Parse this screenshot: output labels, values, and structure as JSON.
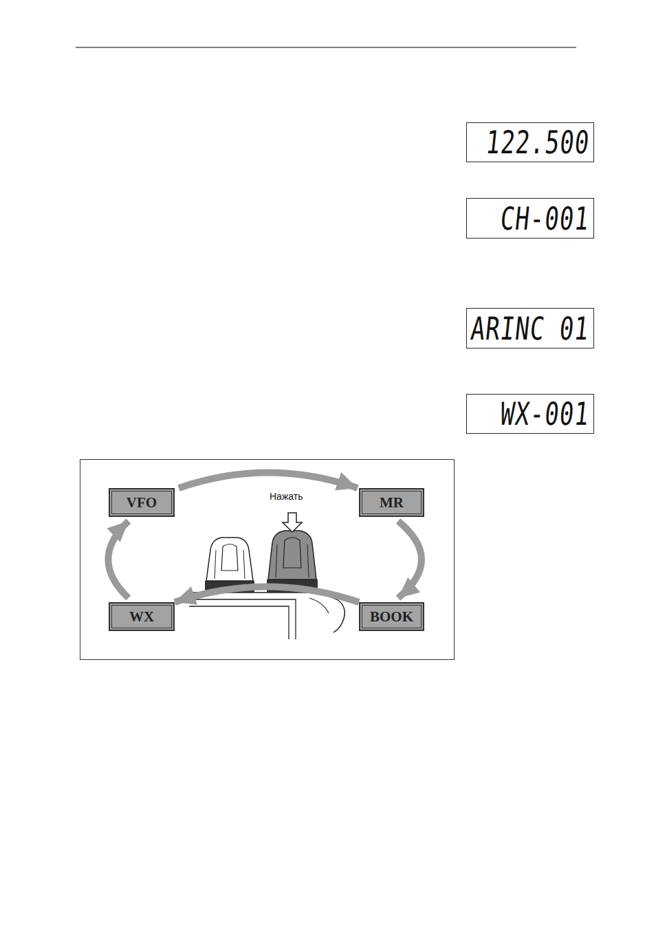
{
  "diagram": {
    "nodes": [
      {
        "text": [
          "122.500"
        ]
      },
      {
        "text": [
          "CH-001"
        ]
      },
      {
        "text": [
          "ARINC 01"
        ]
      },
      {
        "text": [
          "WX-001"
        ]
      },
      {
        "text": [
          "VFO"
        ]
      },
      {
        "text": [
          "MR"
        ]
      },
      {
        "text": [
          "WX"
        ]
      },
      {
        "text": [
          "BOOK"
        ]
      }
    ],
    "edges": [
      {
        "from": 4,
        "to": 5,
        "arrow": "to"
      },
      {
        "from": 5,
        "to": 7,
        "arrow": "to"
      },
      {
        "from": 7,
        "to": 6,
        "arrow": "to"
      },
      {
        "from": 6,
        "to": 4,
        "arrow": "to"
      }
    ],
    "labels": [
      "Нажать"
    ]
  }
}
